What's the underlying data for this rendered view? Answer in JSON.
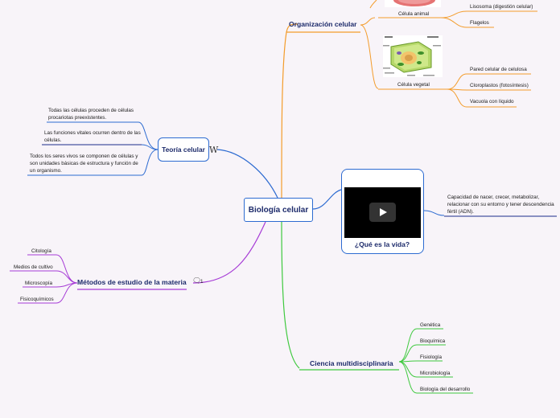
{
  "central": "Biología celular",
  "organizacion": {
    "title": "Organización celular",
    "animal": {
      "label": "Célula animal",
      "items": [
        "Lisosoma (digestión celular)",
        "Flagelos"
      ]
    },
    "vegetal": {
      "label": "Célula vegetal",
      "items": [
        "Pared celular de celulosa",
        "Cloroplastos (fotosíntesis)",
        "Vacuola con líquido"
      ]
    }
  },
  "teoria": {
    "title": "Teoría celular",
    "icon": "wikipedia-icon",
    "items": [
      "Todas las células proceden de células procariotas preexistentes.",
      "Las funciones vitales ocurren dentro de las células.",
      "Todos los seres vivos se componen de células y son unidades básicas de estructura y función de un organismo."
    ]
  },
  "vida": {
    "title": "¿Qué es la vida?",
    "desc": "Capacidad de nacer, crecer, metabolizar, relacionar con su entorno y tener descendencia fértil (ADN)."
  },
  "metodos": {
    "title": "Métodos de estudio de la materia",
    "comment_count": "1",
    "items": [
      "Citología",
      "Medios de cultivo",
      "Microscopía",
      "Fisicoquímicos"
    ]
  },
  "ciencia": {
    "title": "Ciencia multidisciplinaria",
    "items": [
      "Genética",
      "Bioquímica",
      "Fisiología",
      "Microbiología",
      "Biología del desarrollo"
    ]
  },
  "colors": {
    "orange": "#f39c2b",
    "blue": "#2d6bd1",
    "navy": "#1d2b8a",
    "purple": "#a63bd6",
    "green": "#3ec93e"
  }
}
